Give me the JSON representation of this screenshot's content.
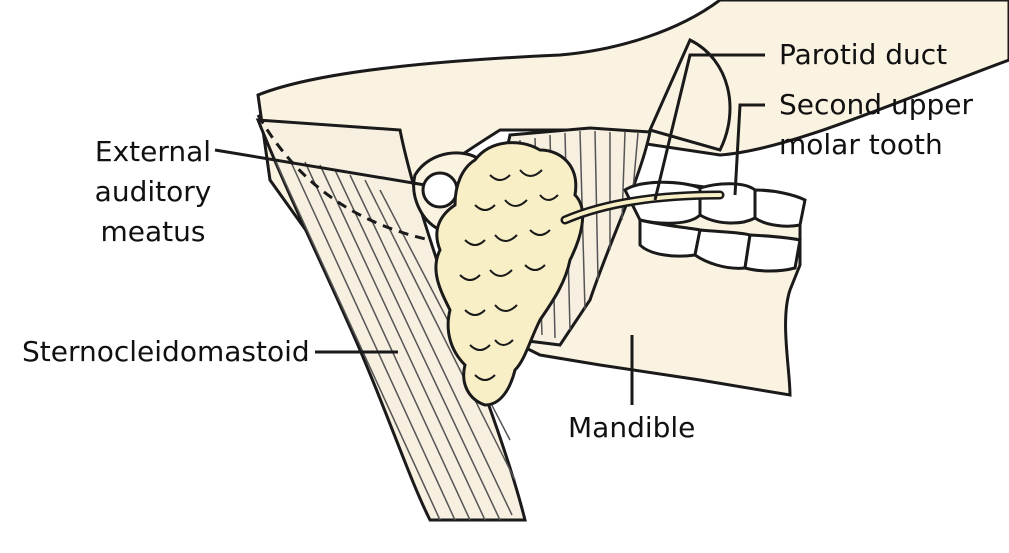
{
  "labels": {
    "parotid_duct": "Parotid duct",
    "molar_line1": "Second upper",
    "molar_line2": "molar tooth",
    "ear_line1": "External",
    "ear_line2": "auditory",
    "ear_line3": "meatus",
    "scm": "Sternocleidomastoid",
    "mandible": "Mandible"
  },
  "colors": {
    "bone": "#fbf3e2",
    "gland": "#f8efc6",
    "muscle": "#f7efe0",
    "outline": "#1a1a1a"
  }
}
